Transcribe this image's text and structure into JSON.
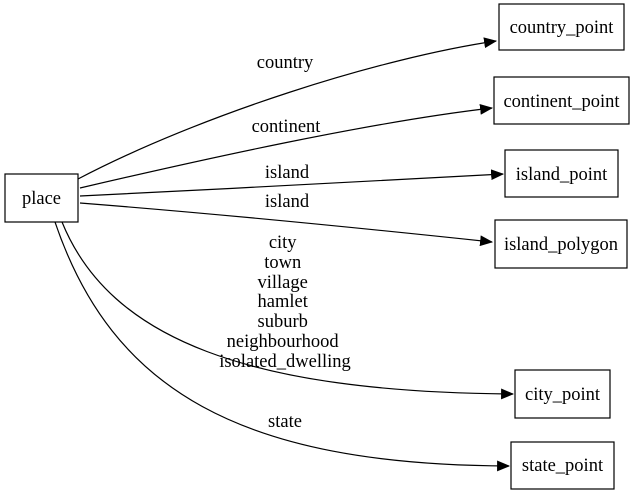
{
  "diagram": {
    "type": "directed-graph",
    "colors": {
      "background": "#ffffff",
      "node_fill": "#ffffff",
      "stroke": "#000000",
      "text": "#000000"
    },
    "nodes": [
      {
        "id": "place",
        "label": "place"
      },
      {
        "id": "country_point",
        "label": "country_point"
      },
      {
        "id": "continent_point",
        "label": "continent_point"
      },
      {
        "id": "island_point",
        "label": "island_point"
      },
      {
        "id": "island_polygon",
        "label": "island_polygon"
      },
      {
        "id": "city_point",
        "label": "city_point"
      },
      {
        "id": "state_point",
        "label": "state_point"
      }
    ],
    "edges": [
      {
        "from": "place",
        "to": "country_point",
        "label": "country"
      },
      {
        "from": "place",
        "to": "continent_point",
        "label": "continent"
      },
      {
        "from": "place",
        "to": "island_point",
        "label": "island"
      },
      {
        "from": "place",
        "to": "island_polygon",
        "label": "island"
      },
      {
        "from": "place",
        "to": "city_point",
        "label_lines": [
          "city",
          "town",
          "village",
          "hamlet",
          "suburb",
          "neighbourhood",
          "isolated_dwelling"
        ]
      },
      {
        "from": "place",
        "to": "state_point",
        "label": "state"
      }
    ]
  }
}
